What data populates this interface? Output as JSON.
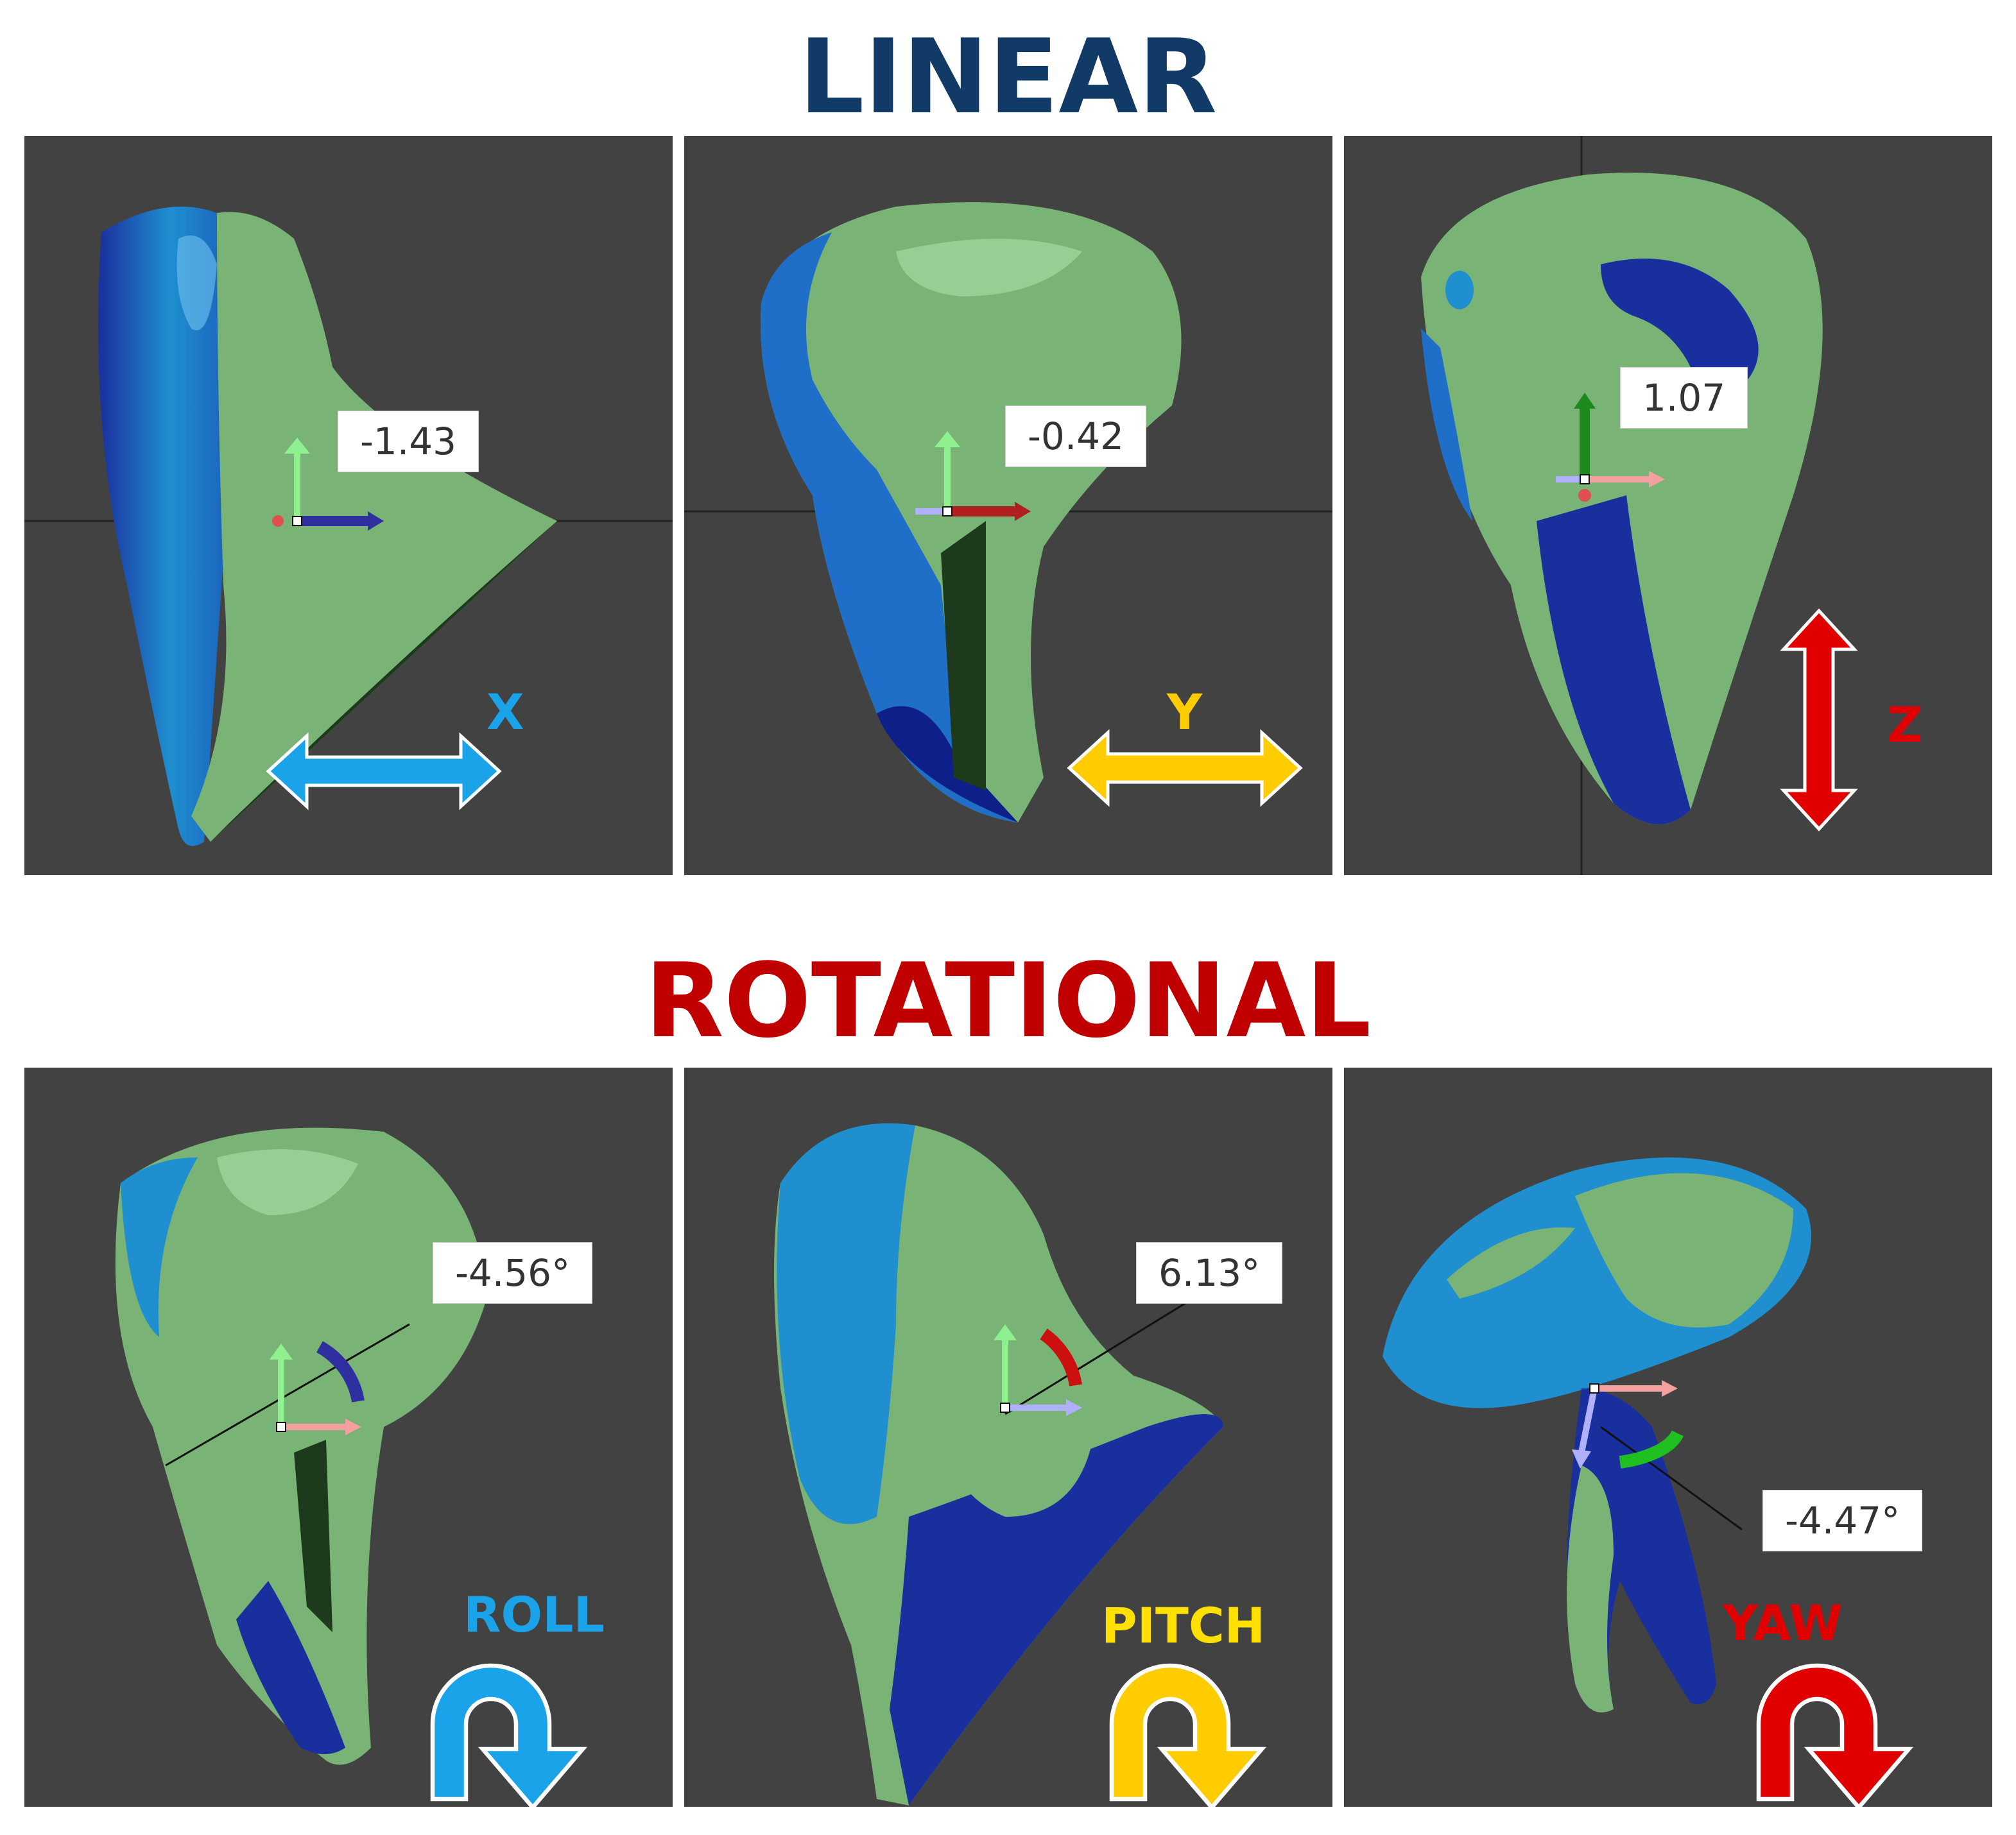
{
  "sections": {
    "linear": {
      "title": "LINEAR",
      "color": "#123a66"
    },
    "rotational": {
      "title": "ROTATIONAL",
      "color": "#c00000"
    }
  },
  "panels": [
    {
      "id": "x",
      "readout": "-1.43",
      "label": "X",
      "label_color": "#1aa3e8",
      "arrow": "horizontal",
      "active_axis_color": "#2f2fa0"
    },
    {
      "id": "y",
      "readout": "-0.42",
      "label": "Y",
      "label_color": "#ffcc00",
      "arrow": "horizontal",
      "active_axis_color": "#b02020"
    },
    {
      "id": "z",
      "readout": "1.07",
      "label": "Z",
      "label_color": "#e00000",
      "arrow": "vertical",
      "active_axis_color": "#1e8a1e"
    },
    {
      "id": "roll",
      "readout": "-4.56°",
      "label": "ROLL",
      "label_color": "#1aa3e8",
      "arrow": "curved",
      "active_axis_color": "#2f2fa0"
    },
    {
      "id": "pitch",
      "readout": "6.13°",
      "label": "PITCH",
      "label_color": "#ffe000",
      "arrow": "curved",
      "active_axis_color": "#cc1010"
    },
    {
      "id": "yaw",
      "readout": "-4.47°",
      "label": "YAW",
      "label_color": "#e00000",
      "arrow": "curved",
      "active_axis_color": "#1fc01f"
    }
  ],
  "colors": {
    "panel_bg": "#424242",
    "model_green": "#79b476",
    "model_blue": "#1a2f9e",
    "model_cyan": "#1f8fd0"
  }
}
